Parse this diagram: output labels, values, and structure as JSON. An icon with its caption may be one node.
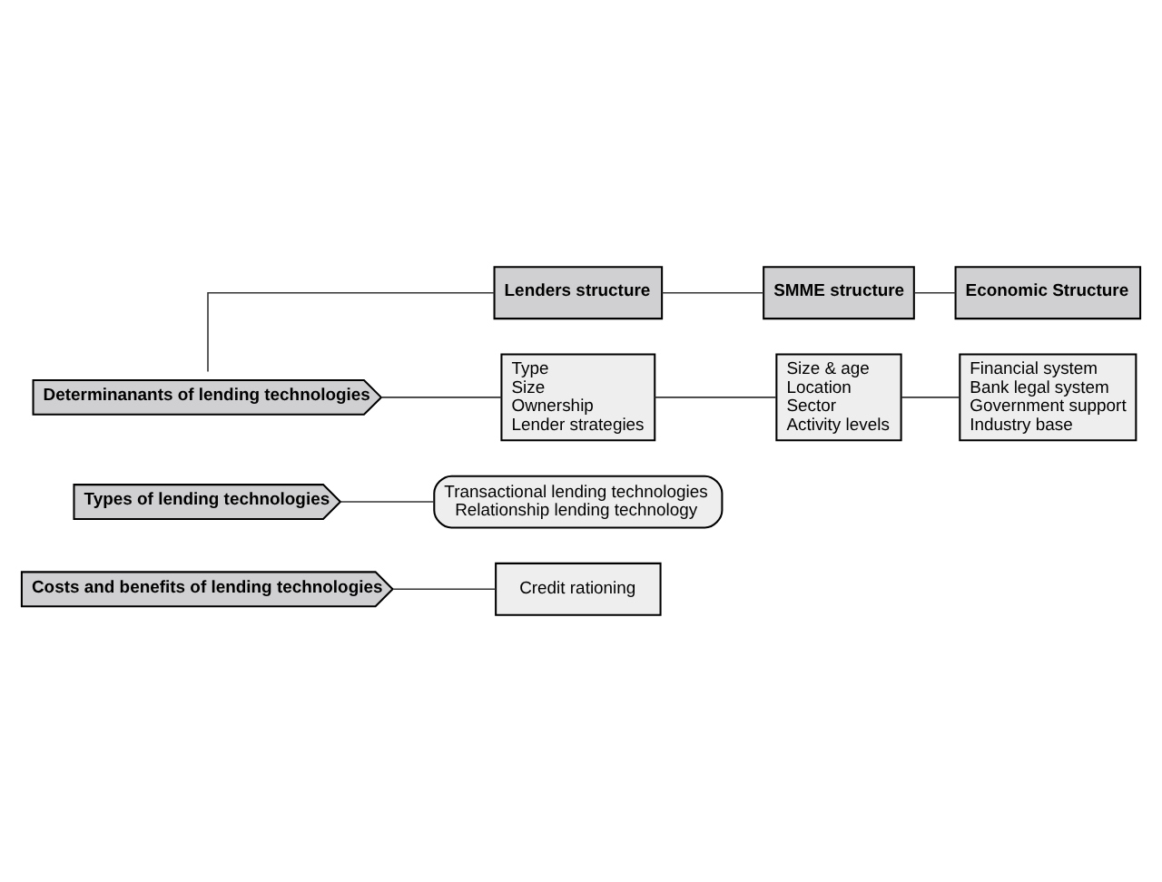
{
  "diagram": {
    "nodes": [
      {
        "text": [
          "Determinanants of lending technologies"
        ]
      },
      {
        "text": [
          "Lenders structure"
        ]
      },
      {
        "text": [
          "SMME structure"
        ]
      },
      {
        "text": [
          "Economic Structure"
        ]
      },
      {
        "text": [
          "Type",
          "Size",
          "Ownership",
          "Lender strategies"
        ]
      },
      {
        "text": [
          "Size & age",
          "Location",
          "Sector",
          "Activity levels"
        ]
      },
      {
        "text": [
          "Financial system",
          "Bank legal system",
          "Government support",
          "Industry base"
        ]
      },
      {
        "text": [
          "Types of lending technologies"
        ]
      },
      {
        "text": [
          "Transactional lending technologies",
          "Relationship lending technology"
        ]
      },
      {
        "text": [
          "Costs and benefits of lending technologies"
        ]
      },
      {
        "text": [
          "Credit rationing"
        ]
      }
    ],
    "edges": [
      {
        "from": 0,
        "to": 1,
        "arrow": "none"
      },
      {
        "from": 0,
        "to": 4,
        "arrow": "none"
      },
      {
        "from": 1,
        "to": 2,
        "arrow": "none"
      },
      {
        "from": 2,
        "to": 3,
        "arrow": "none"
      },
      {
        "from": 4,
        "to": 5,
        "arrow": "none"
      },
      {
        "from": 5,
        "to": 6,
        "arrow": "none"
      },
      {
        "from": 7,
        "to": 8,
        "arrow": "none"
      },
      {
        "from": 9,
        "to": 10,
        "arrow": "none"
      }
    ]
  }
}
